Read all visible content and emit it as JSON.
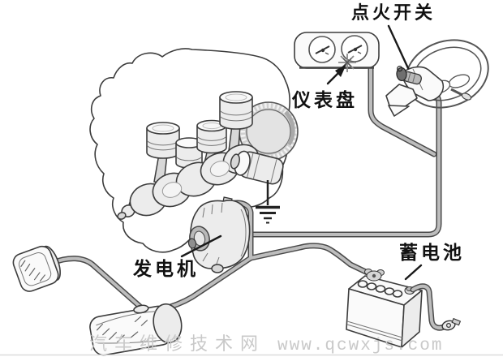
{
  "labels": {
    "ignition_switch": "点火开关",
    "instrument_panel": "仪表盘",
    "alternator": "发电机",
    "battery": "蓄电池"
  },
  "watermark": {
    "site_name": "汽车维修技术网",
    "url": "www.qcwxjs.com"
  },
  "colors": {
    "ink": "#3c3c3c",
    "wire_core": "#bdbdbd",
    "wire_outline": "#4a4a4a",
    "fill_light": "#ececec",
    "fill_mid": "#d8d8d8",
    "label_text": "#111111",
    "watermark_text": "#c9c9c9",
    "background": "#ffffff"
  }
}
